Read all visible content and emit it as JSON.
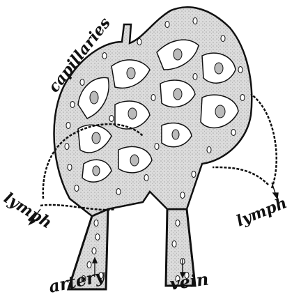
{
  "labels": {
    "capillaries": "capillaries",
    "lymph_left": "lymph",
    "lymph_right": "lymph",
    "artery": "artery",
    "vein": "vein"
  },
  "colors": {
    "ink": "#111111",
    "vessel_fill": "#d6d6d6",
    "tissue_fill": "#ffffff"
  }
}
